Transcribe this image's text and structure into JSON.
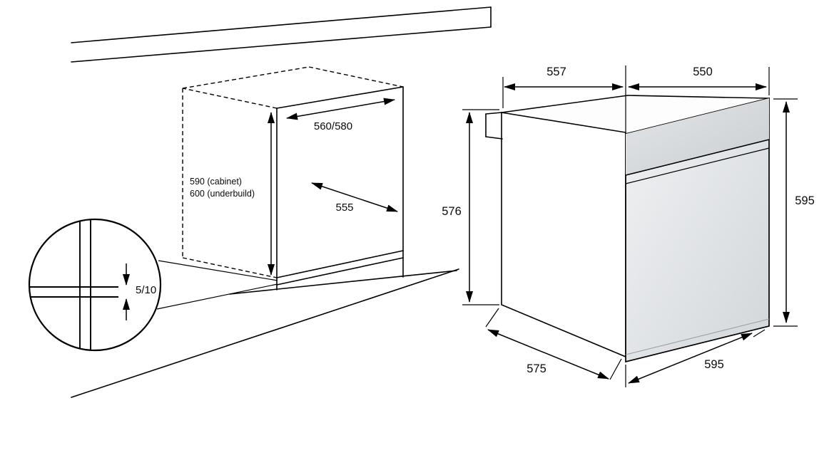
{
  "diagram": {
    "cabinet_view": {
      "niche_width": "560/580",
      "niche_height_cabinet": "590 (cabinet)",
      "niche_height_underbuild": "600 (underbuild)",
      "niche_depth": "555",
      "rear_gap": "5/10"
    },
    "oven_view": {
      "top_depth": "557",
      "top_width": "550",
      "side_height": "576",
      "front_height": "595",
      "bottom_depth": "575",
      "bottom_width": "595"
    },
    "colors": {
      "line": "#000000",
      "door_light": "#f1f2f4",
      "door_dark": "#d2d6d9",
      "panel_light": "#e4e6e8",
      "panel_dark": "#c9cdd1"
    }
  }
}
